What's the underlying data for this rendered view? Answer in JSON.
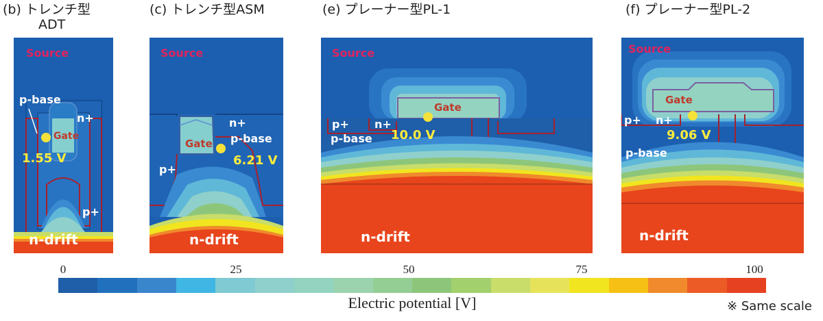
{
  "panels": [
    {
      "title_line1": "(b) トレンチ型",
      "title_line2": "ADT",
      "source": "Source",
      "gate": "Gate",
      "pbase": "p-base",
      "nplus": "n+",
      "pplus": "p+",
      "drift": "n-drift",
      "voltage": "1.55 V"
    },
    {
      "title": "(c) トレンチ型ASM",
      "source": "Source",
      "gate": "Gate",
      "pbase": "p-base",
      "nplus": "n+",
      "pplus": "p+",
      "drift": "n-drift",
      "voltage": "6.21 V"
    },
    {
      "title": "(e) プレーナー型PL-1",
      "source": "Source",
      "gate": "Gate",
      "pbase": "p-base",
      "nplus": "n+",
      "pplus": "p+",
      "drift": "n-drift",
      "voltage": "10.0 V"
    },
    {
      "title": "(f) プレーナー型PL-2",
      "source": "Source",
      "gate": "Gate",
      "pbase": "p-base",
      "nplus": "n+",
      "pplus": "p+",
      "drift": "n-drift",
      "voltage": "9.06 V"
    }
  ],
  "colorbar": {
    "ticks": [
      "0",
      "25",
      "50",
      "75",
      "100"
    ],
    "label": "Electric potential [V]",
    "colors": [
      "#1f5ea8",
      "#2170bd",
      "#3a86cc",
      "#40b6e4",
      "#7fcad3",
      "#8fd0cc",
      "#93d3c0",
      "#9ad3ae",
      "#94ce95",
      "#8dc67a",
      "#a2d06c",
      "#c8dd6a",
      "#e6e35b",
      "#f1e51f",
      "#f6c114",
      "#f08a2c",
      "#ec5a26",
      "#e64222"
    ]
  },
  "note": "※ Same scale",
  "colors": {
    "source_text": "#e0245e",
    "gate_text": "#c0392b",
    "voltage_text": "#ffec3d",
    "background_blue": "#1c5fb0",
    "drift_red": "#e8451c",
    "junction_line": "#a8202a"
  }
}
